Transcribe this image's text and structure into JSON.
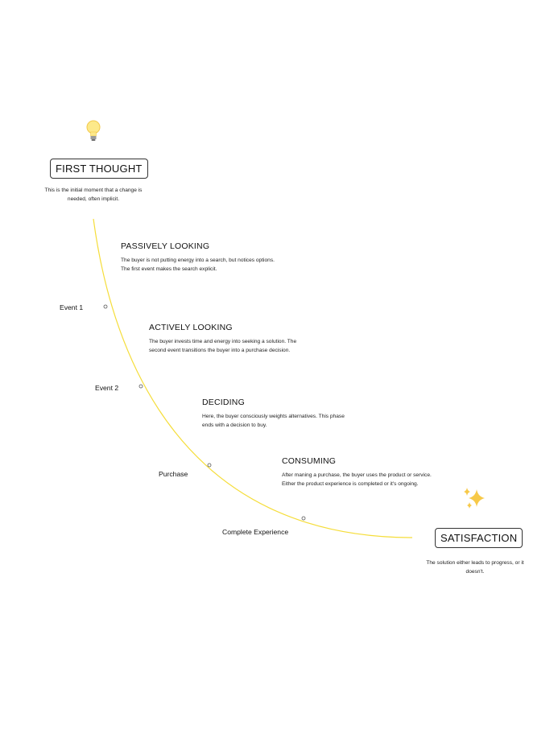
{
  "start": {
    "title": "FIRST THOUGHT",
    "description": "This is the initial moment that a change is needed, often implicit.",
    "icon": "lightbulb-icon"
  },
  "end": {
    "title": "SATISFACTION",
    "description": "The solution either leads to progress, or it doesn't.",
    "icon": "sparkles-icon"
  },
  "phases": [
    {
      "title": "PASSIVELY LOOKING",
      "description": "The buyer is not putting energy into a search, but notices options. The first event makes the search explicit."
    },
    {
      "title": "ACTIVELY LOOKING",
      "description": "The buyer invests time and energy into seeking a solution. The second event transitions the buyer into a purchase decision."
    },
    {
      "title": "DECIDING",
      "description": "Here, the buyer consciously weights alternatives. This phase ends with a decision to buy."
    },
    {
      "title": "CONSUMING",
      "description": "After maning a purchase, the buyer uses the product or service. Either the product experience is completed or it's ongoing."
    }
  ],
  "events": [
    "Event 1",
    "Event 2",
    "Purchase",
    "Complete Experience"
  ],
  "colors": {
    "curve": "#f5dd3a",
    "border": "#333333",
    "text": "#111111"
  }
}
